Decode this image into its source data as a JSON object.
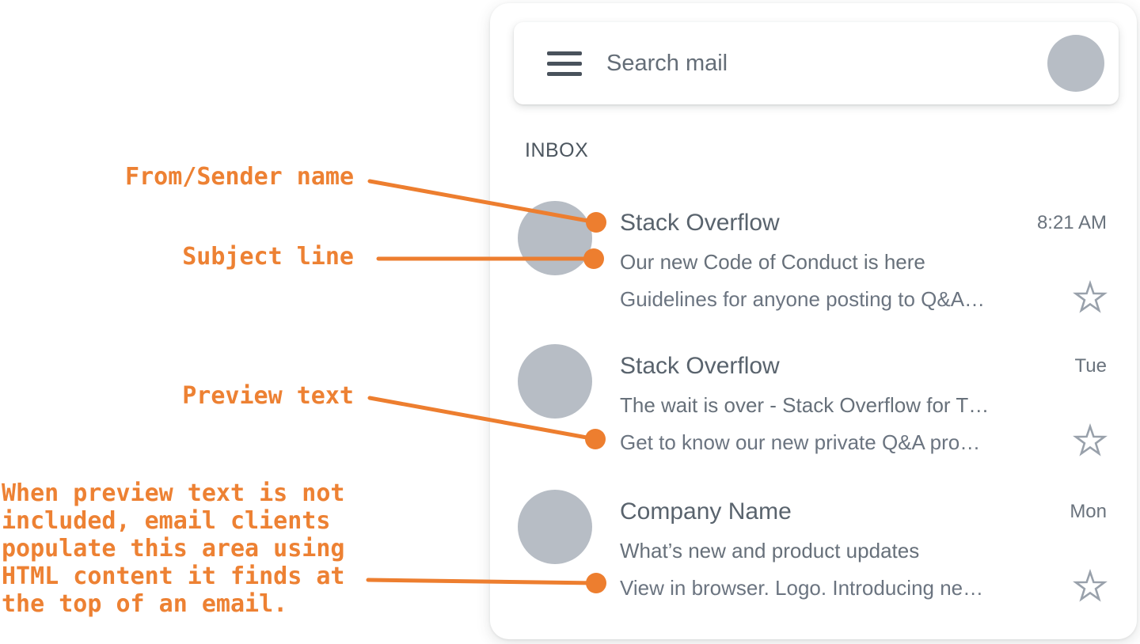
{
  "annotations": {
    "from_label": "From/Sender name",
    "subject_label": "Subject line",
    "preview_label": "Preview text",
    "note": "When preview text is not\nincluded, email clients\npopulate this area using\nHTML content it finds at\nthe top of an email."
  },
  "mail_app": {
    "search": {
      "placeholder": "Search mail",
      "menu_icon": "hamburger-icon",
      "avatar_icon": "avatar-circle"
    },
    "section_label": "INBOX",
    "star_icon": "star-outline-icon",
    "emails": [
      {
        "sender": "Stack Overflow",
        "time": "8:21 AM",
        "subject": "Our new Code of Conduct is here",
        "preview": "Guidelines for anyone posting to Q&A…"
      },
      {
        "sender": "Stack Overflow",
        "time": "Tue",
        "subject": "The wait is over - Stack Overflow for T…",
        "preview": "Get to know our new private Q&A pro…"
      },
      {
        "sender": "Company Name",
        "time": "Mon",
        "subject": "What’s new and product updates",
        "preview": "View in browser. Logo. Introducing ne…"
      }
    ]
  },
  "colors": {
    "accent_orange": "#ED7E2F",
    "annotation_text": "#ED8133",
    "avatar_gray": "#B7BDC5",
    "sender_text": "#59636D",
    "body_text": "#67707A",
    "star_gray": "#99A1AB",
    "menu_icon": "#49525C"
  }
}
